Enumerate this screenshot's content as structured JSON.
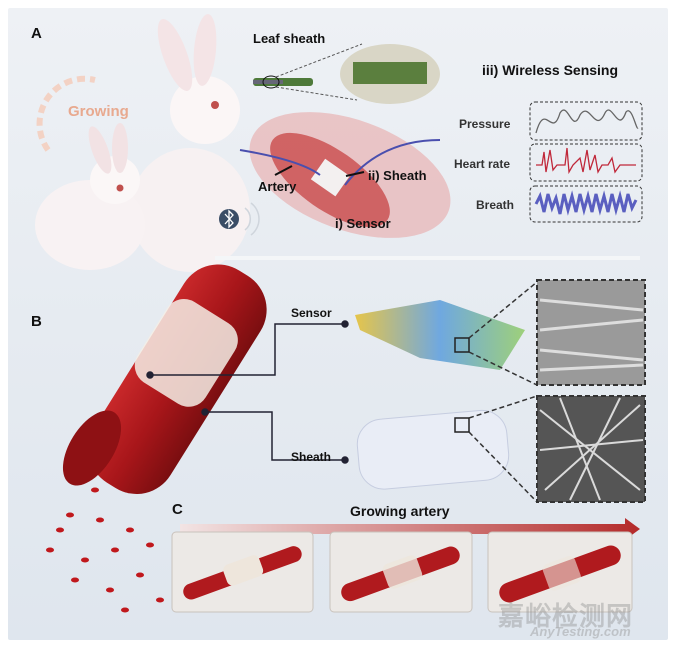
{
  "panels": {
    "a": "A",
    "b": "B",
    "c": "C"
  },
  "panel_a": {
    "growing": "Growing",
    "leaf_sheath": "Leaf sheath",
    "wireless_title": "iii) Wireless Sensing",
    "artery": "Artery",
    "sheath": "ii) Sheath",
    "sensor": "i) Sensor",
    "signals": [
      {
        "label": "Pressure",
        "color": "#555555"
      },
      {
        "label": "Heart rate",
        "color": "#c0283a"
      },
      {
        "label": "Breath",
        "color": "#5a5fc0"
      }
    ],
    "bluetooth_icon": "bluetooth-icon"
  },
  "panel_b": {
    "sensor": "Sensor",
    "sheath": "Sheath"
  },
  "panel_c": {
    "title": "Growing artery"
  },
  "watermark": {
    "cn": "嘉峪检测网",
    "en": "AnyTesting.com"
  },
  "colors": {
    "artery": "#b01a1e",
    "background": "#e8edf3",
    "growing_text": "#e8a98f"
  }
}
